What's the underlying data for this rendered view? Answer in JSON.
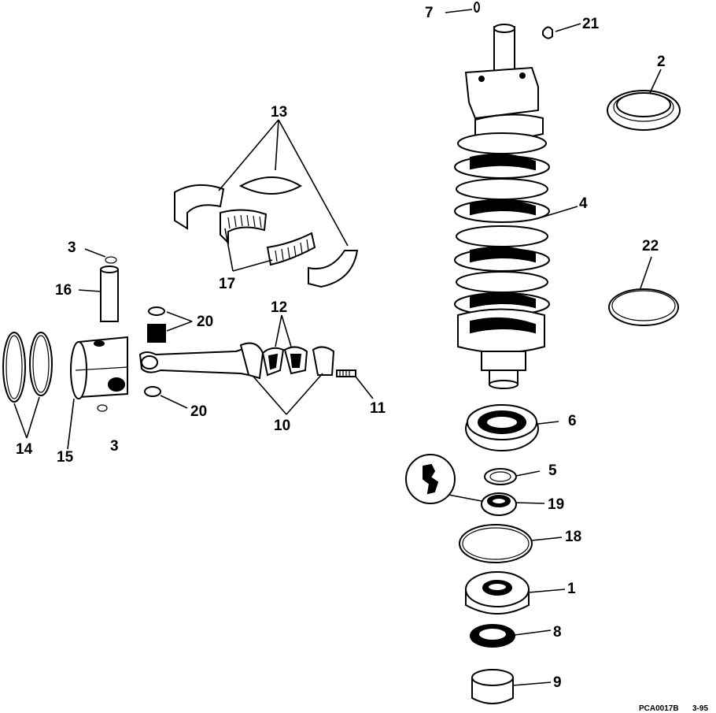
{
  "diagram": {
    "code": "PCA0017B",
    "date": "3-95",
    "callouts": {
      "c1": "1",
      "c2": "2",
      "c3a": "3",
      "c3b": "3",
      "c4": "4",
      "c5": "5",
      "c6": "6",
      "c7": "7",
      "c8": "8",
      "c9": "9",
      "c10": "10",
      "c11": "11",
      "c12": "12",
      "c13": "13",
      "c14": "14",
      "c15": "15",
      "c16": "16",
      "c17": "17",
      "c18": "18",
      "c19": "19",
      "c20a": "20",
      "c20b": "20",
      "c21": "21",
      "c22": "22"
    }
  }
}
